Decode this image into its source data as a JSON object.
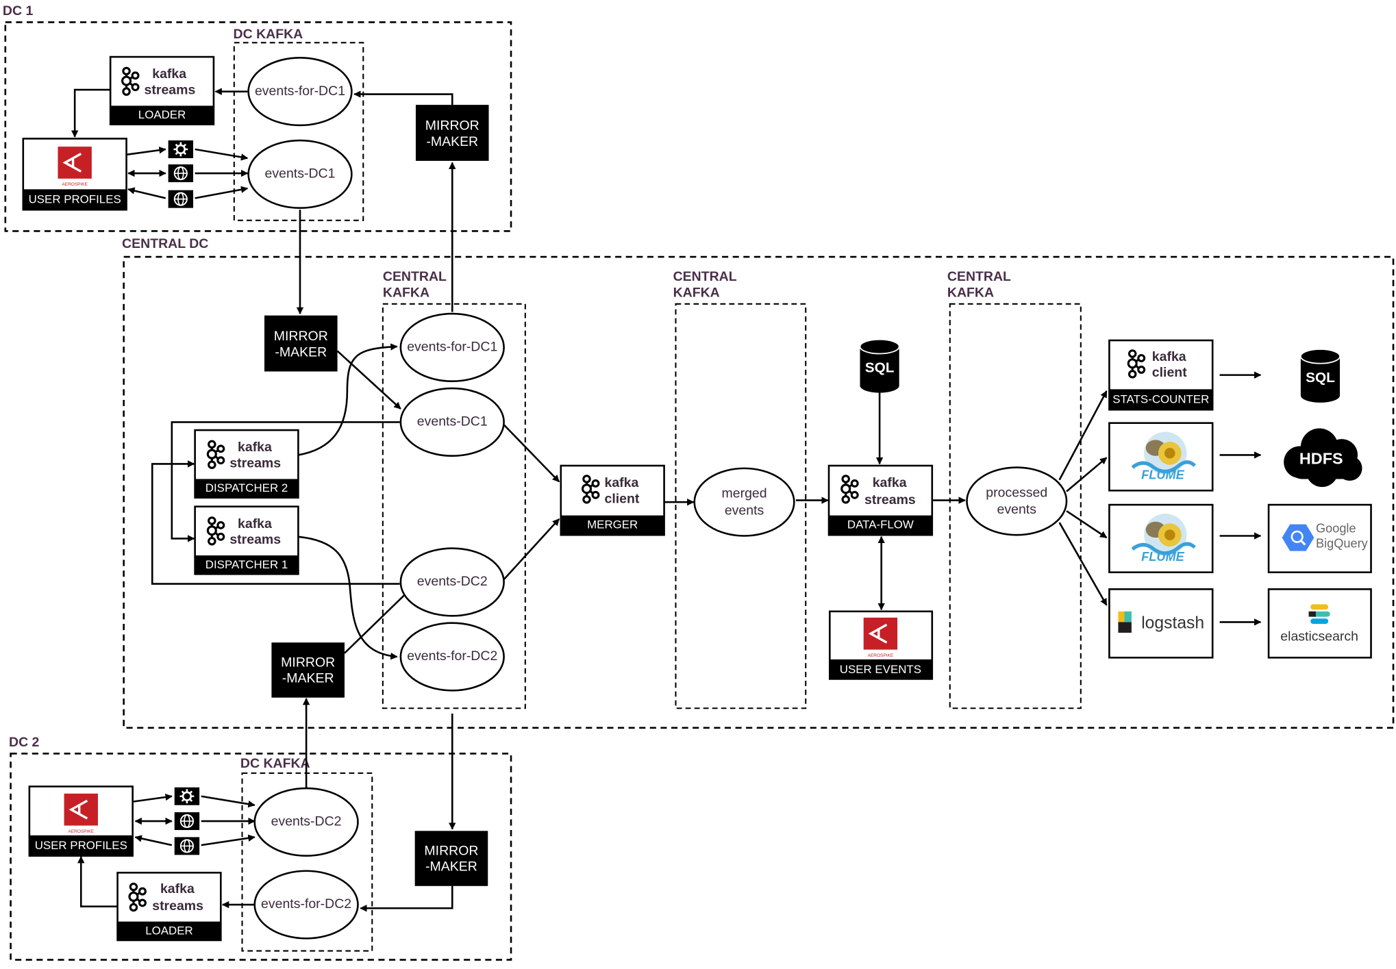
{
  "zones": {
    "dc1": "DC 1",
    "dc1_kafka": "DC KAFKA",
    "central_dc": "CENTRAL DC",
    "central_kafka_1": [
      "CENTRAL",
      "KAFKA"
    ],
    "central_kafka_2": [
      "CENTRAL",
      "KAFKA"
    ],
    "central_kafka_3": [
      "CENTRAL",
      "KAFKA"
    ],
    "dc2": "DC 2",
    "dc2_kafka": "DC KAFKA"
  },
  "topics": {
    "dc1_events_for_dc1": "events-for-DC1",
    "dc1_events_dc1": "events-DC1",
    "central_events_for_dc1": "events-for-DC1",
    "central_events_dc1": "events-DC1",
    "central_events_dc2": "events-DC2",
    "central_events_for_dc2": "events-for-DC2",
    "merged_events": [
      "merged",
      "events"
    ],
    "processed_events": [
      "processed",
      "events"
    ],
    "dc2_events_dc2": "events-DC2",
    "dc2_events_for_dc2": "events-for-DC2"
  },
  "components": {
    "dc1_loader": {
      "name": "LOADER",
      "lines": [
        "kafka",
        "streams"
      ]
    },
    "dc1_user_profiles": {
      "name": "USER PROFILES",
      "logo": "AEROSPIKE"
    },
    "dc1_mirror_maker": [
      "MIRROR",
      "-MAKER"
    ],
    "central_mirror_maker_top": [
      "MIRROR",
      "-MAKER"
    ],
    "central_mirror_maker_bottom": [
      "MIRROR",
      "-MAKER"
    ],
    "dc2_mirror_maker": [
      "MIRROR",
      "-MAKER"
    ],
    "dispatcher2": {
      "name": "DISPATCHER 2",
      "lines": [
        "kafka",
        "streams"
      ]
    },
    "dispatcher1": {
      "name": "DISPATCHER 1",
      "lines": [
        "kafka",
        "streams"
      ]
    },
    "merger": {
      "name": "MERGER",
      "lines": [
        "kafka",
        "client"
      ]
    },
    "data_flow": {
      "name": "DATA-FLOW",
      "lines": [
        "kafka",
        "streams"
      ]
    },
    "user_events": {
      "name": "USER EVENTS",
      "logo": "AEROSPIKE"
    },
    "stats_counter": {
      "name": "STATS-COUNTER",
      "lines": [
        "kafka",
        "client"
      ]
    },
    "flume_1": {
      "logo": "FLUME"
    },
    "flume_2": {
      "logo": "FLUME"
    },
    "logstash": {
      "label": "logstash"
    },
    "dc2_user_profiles": {
      "name": "USER PROFILES",
      "logo": "AEROSPIKE"
    },
    "dc2_loader": {
      "name": "LOADER",
      "lines": [
        "kafka",
        "streams"
      ]
    }
  },
  "sinks": {
    "sql_source": "SQL",
    "sql_sink": "SQL",
    "hdfs": "HDFS",
    "bigquery": [
      "Google",
      "BigQuery"
    ],
    "elasticsearch": "elasticsearch"
  },
  "icons": [
    "kafka-icon",
    "aerospike-logo",
    "gear-icon",
    "globe-icon",
    "database-icon",
    "cloud-icon",
    "flume-logo",
    "bigquery-logo",
    "logstash-logo",
    "elasticsearch-logo"
  ],
  "colors": {
    "label": "#4a2f4a",
    "aerospike_red": "#c62026",
    "bigquery_blue": "#4285f4"
  }
}
